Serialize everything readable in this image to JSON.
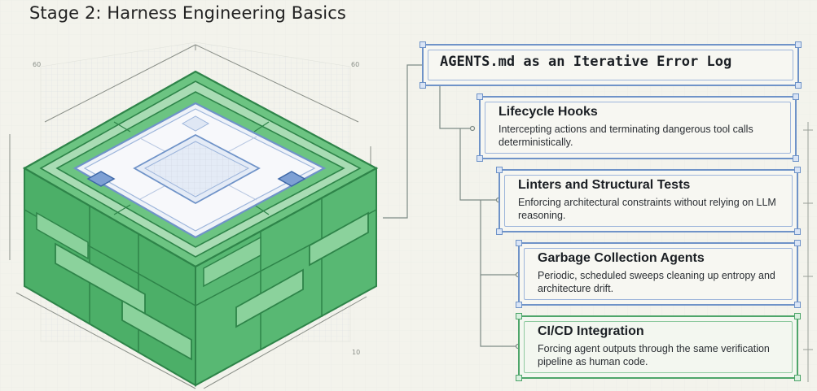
{
  "page": {
    "title": "Stage 2: Harness Engineering Basics"
  },
  "illustration": {
    "dimension_labels": [
      "60",
      "60",
      "10"
    ]
  },
  "header_card": {
    "title": "AGENTS.md as an Iterative Error Log"
  },
  "cards": [
    {
      "title": "Lifecycle Hooks",
      "description": "Intercepting actions and terminating dangerous tool calls deterministically."
    },
    {
      "title": "Linters and Structural Tests",
      "description": "Enforcing architectural constraints without relying on LLM reasoning."
    },
    {
      "title": "Garbage Collection Agents",
      "description": "Periodic, scheduled sweeps cleaning up entropy and architecture drift."
    },
    {
      "title": "CI/CD Integration",
      "description": "Forcing agent outputs through the same verification pipeline as human code."
    }
  ],
  "colors": {
    "green": "#4caf68",
    "green_light": "#a9dcb4",
    "blue": "#6f93c8",
    "background": "#f3f3ec"
  }
}
